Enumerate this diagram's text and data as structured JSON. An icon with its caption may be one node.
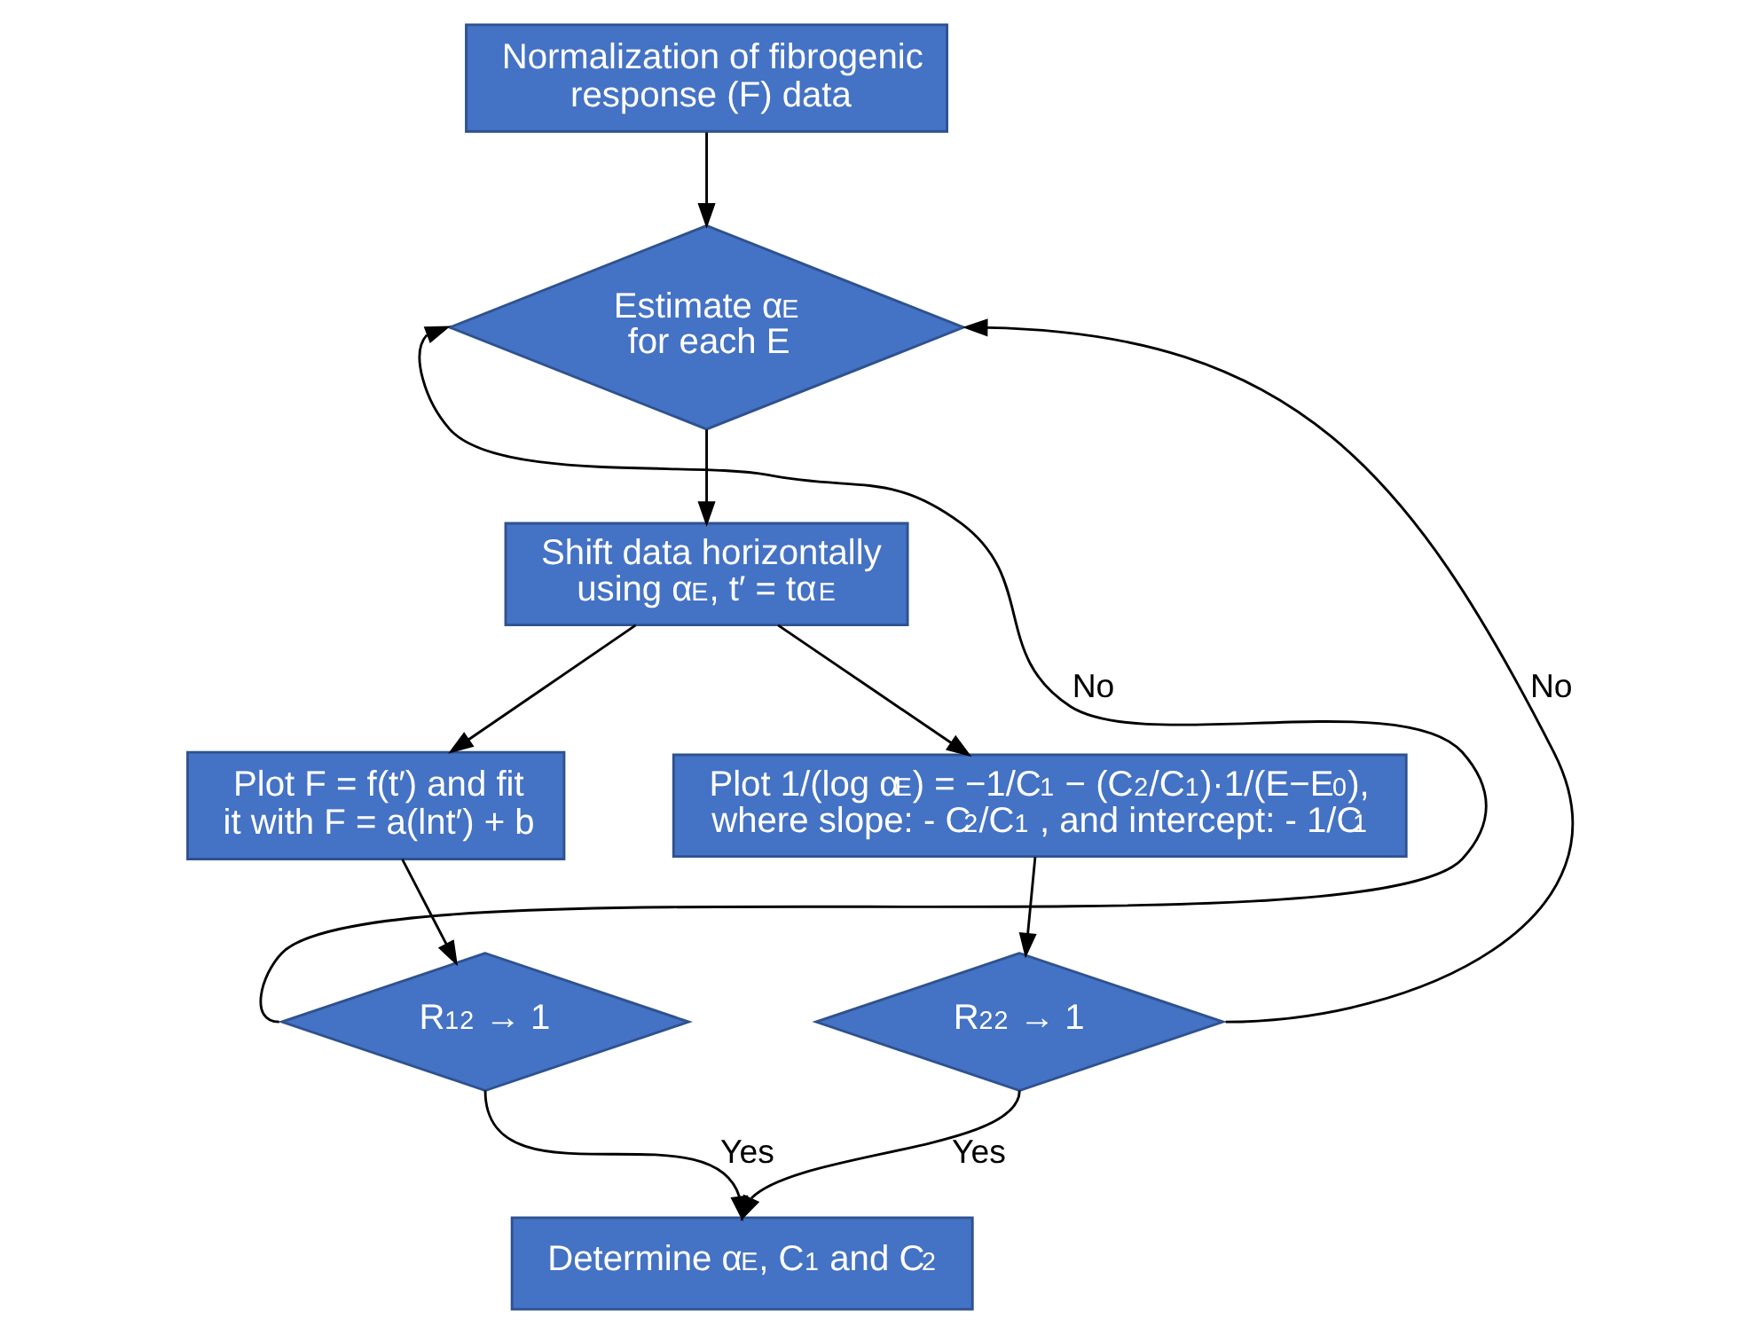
{
  "diagram": {
    "nodes": [
      {
        "text": [
          "Normalization of fibrogenic response (F) data"
        ]
      },
      {
        "text": [
          "Estimate α$_{E}$ for each E"
        ]
      },
      {
        "text": [
          "Shift data horizontally using α$_{E}$, t′ = tα$_{E}$"
        ]
      },
      {
        "text": [
          "Plot F = f(t′) and fit it with F = a(lnt′) + b"
        ]
      },
      {
        "text": [
          "Plot 1/(log α$_{E}$) = −1/C$_{1}$ − (C$_{2}$/C$_{1}$)·1/(E−E$_{0}$), where slope: - C$_{2}$/C$_{1}$ , and intercept: - 1/C$_{1}$"
        ]
      },
      {
        "text": [
          "R$_{1}$$^{2}$ → 1"
        ]
      },
      {
        "text": [
          "R$_{2}$$^{2}$ → 1"
        ]
      },
      {
        "text": [
          "Determine α$_{E}$, C$_{1}$ and C$_{2}$"
        ]
      }
    ],
    "edges": [
      {
        "from": 0,
        "to": 1,
        "arrow": "to"
      },
      {
        "from": 1,
        "to": 2,
        "arrow": "to"
      },
      {
        "from": 2,
        "to": 3,
        "arrow": "to"
      },
      {
        "from": 2,
        "to": 4,
        "arrow": "to"
      },
      {
        "from": 3,
        "to": 5,
        "arrow": "to"
      },
      {
        "from": 4,
        "to": 6,
        "arrow": "to"
      },
      {
        "from": 5,
        "to": 1,
        "arrow": "to",
        "label": "No"
      },
      {
        "from": 6,
        "to": 1,
        "arrow": "to",
        "label": "No"
      },
      {
        "from": 5,
        "to": 7,
        "arrow": "to",
        "label": "Yes"
      },
      {
        "from": 6,
        "to": 7,
        "arrow": "to",
        "label": "Yes"
      }
    ]
  }
}
